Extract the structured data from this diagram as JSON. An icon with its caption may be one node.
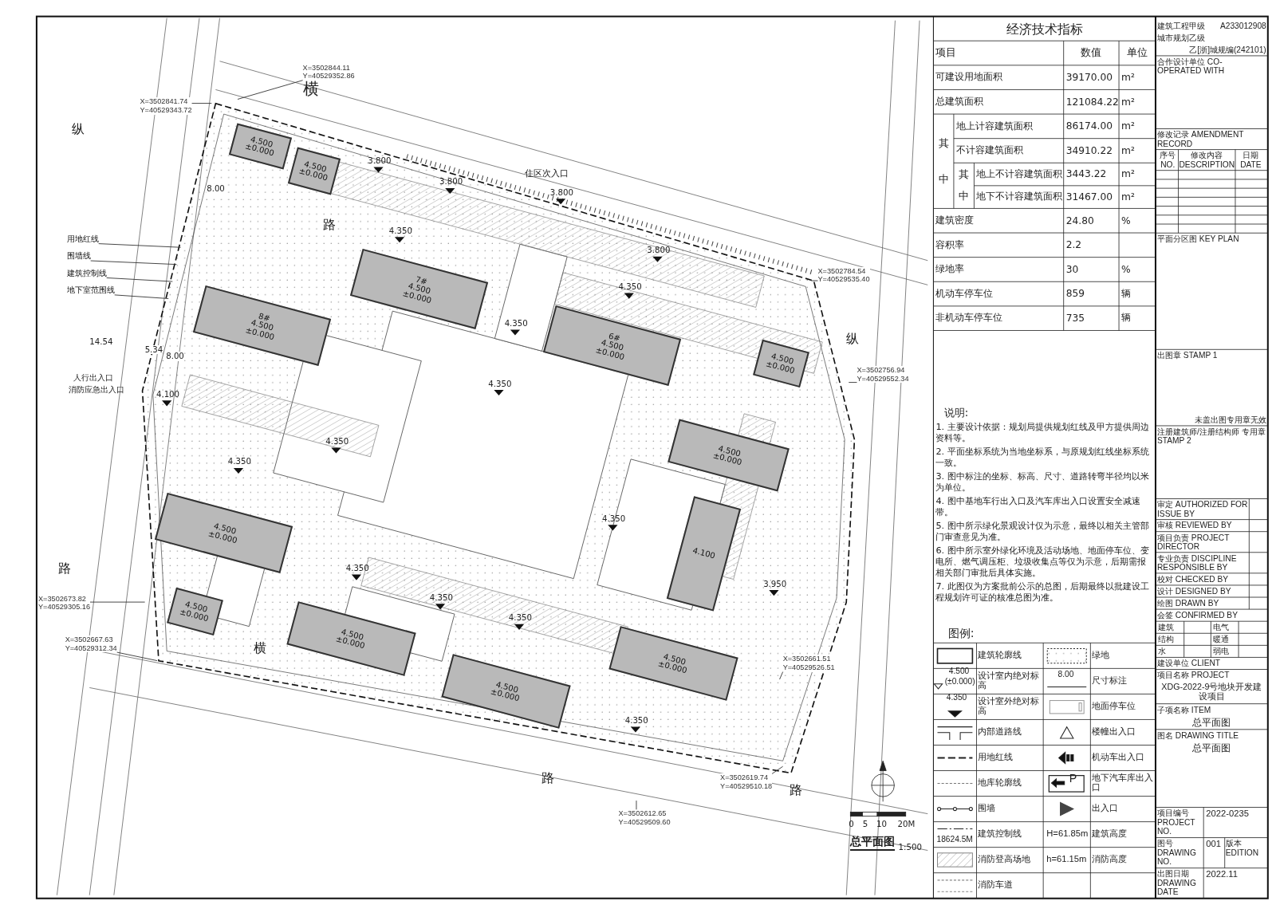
{
  "diagram": {
    "caption": "总平面图",
    "nodes": [
      {
        "text": [
          "用地红线"
        ]
      },
      {
        "text": [
          "围墙线"
        ]
      },
      {
        "text": [
          "建筑控制线"
        ]
      },
      {
        "text": [
          "地下室范围线"
        ]
      },
      {
        "text": [
          "X=3502844.11",
          "Y=40529352.86"
        ]
      },
      {
        "text": [
          "X=3502841.74",
          "Y=40529343.72"
        ]
      },
      {
        "text": [
          "X=3502784.54",
          "Y=40529535.40"
        ]
      },
      {
        "text": [
          "X=3502756.94",
          "Y=40529552.34"
        ]
      },
      {
        "text": [
          "X=3502673.82",
          "Y=40529305.16"
        ]
      },
      {
        "text": [
          "X=3502667.63",
          "Y=40529312.34"
        ]
      },
      {
        "text": [
          "X=3502661.51",
          "Y=40529526.51"
        ]
      },
      {
        "text": [
          "X=3502619.74",
          "Y=40529510.18"
        ]
      },
      {
        "text": [
          "X=3502612.65",
          "Y=40529509.60"
        ]
      },
      {
        "text": [
          "4.500",
          "±0.000"
        ]
      },
      {
        "text": [
          "4.500",
          "±0.000"
        ]
      },
      {
        "text": [
          "8#",
          "4.500",
          "±0.000"
        ]
      },
      {
        "text": [
          "7#",
          "4.500",
          "±0.000"
        ]
      },
      {
        "text": [
          "6#",
          "4.500",
          "±0.000"
        ]
      },
      {
        "text": [
          "4.500",
          "±0.000"
        ]
      },
      {
        "text": [
          "4.500",
          "±0.000"
        ]
      },
      {
        "text": [
          "4.500",
          "±0.000"
        ]
      },
      {
        "text": [
          "4.500",
          "±0.000"
        ]
      },
      {
        "text": [
          "4.500",
          "±0.000"
        ]
      },
      {
        "text": [
          "4.500",
          "±0.000"
        ]
      },
      {
        "text": [
          "4.500",
          "±0.000"
        ]
      },
      {
        "text": [
          "4.100"
        ]
      }
    ],
    "edges": [
      {
        "from": 0,
        "to": null,
        "arrow": "none"
      },
      {
        "from": 1,
        "to": null,
        "arrow": "none"
      },
      {
        "from": 2,
        "to": null,
        "arrow": "none"
      },
      {
        "from": 3,
        "to": null,
        "arrow": "none"
      },
      {
        "from": 4,
        "to": null,
        "arrow": "none"
      },
      {
        "from": 5,
        "to": null,
        "arrow": "none"
      },
      {
        "from": 6,
        "to": null,
        "arrow": "none"
      },
      {
        "from": 7,
        "to": null,
        "arrow": "none"
      },
      {
        "from": 8,
        "to": null,
        "arrow": "none"
      },
      {
        "from": 9,
        "to": null,
        "arrow": "none"
      },
      {
        "from": 10,
        "to": null,
        "arrow": "none"
      },
      {
        "from": 11,
        "to": null,
        "arrow": "none"
      },
      {
        "from": 12,
        "to": null,
        "arrow": "none"
      }
    ],
    "labels": [
      "经济技术指标",
      "项目",
      "数值",
      "单位",
      "可建设用地面积",
      "39170.00",
      "m²",
      "总建筑面积",
      "121084.22",
      "m²",
      "其中",
      "地上计容建筑面积",
      "86174.00",
      "m²",
      "不计容建筑面积",
      "34910.22",
      "m²",
      "其中",
      "地上不计容建筑面积",
      "3443.22",
      "m²",
      "地下不计容建筑面积",
      "31467.00",
      "m²",
      "建筑密度",
      "24.80",
      "%",
      "容积率",
      "2.2",
      "绿地率",
      "30",
      "%",
      "机动车停车位",
      "859",
      "辆",
      "非机动车停车位",
      "735",
      "辆",
      "说明:",
      "1. 主要设计依据：规划局提供规划红线及甲方提供周边资料等。",
      "2. 平面坐标系统为当地坐标系，与原规划红线坐标系统一致。",
      "3. 图中标注的坐标、标高、尺寸、道路转弯半径均以米为单位。",
      "4. 图中基地车行出入口及汽车库出入口设置安全减速带。",
      "5. 图中所示绿化景观设计仅为示意，最终以相关主管部门审查意见为准。",
      "6. 图中所示室外绿化环境及活动场地、地面停车位、变电所、燃气调压柜、垃圾收集点等仅为示意，后期需报相关部门审批后具体实施。",
      "7. 此图仅为方案批前公示的总图，后期最终以批建设工程规划许可证的核准总图为准。",
      "图例:",
      "4.500",
      "(±0.000)",
      "4.350",
      "8.00",
      "P",
      "18624.5M",
      "H=61.85m",
      "h=61.15m",
      "建筑工程甲级",
      "A233012908",
      "城市规划乙级",
      "乙[浙]城规编(242101)",
      "合作设计单位 CO-OPERATED WITH",
      "修改记录 AMENDMENT RECORD",
      "序号 NO.",
      "修改内容 DESCRIPTION",
      "日期 DATE",
      "平面分区图 KEY PLAN",
      "出图章 STAMP 1",
      "未盖出图专用章无效",
      "注册建筑师/注册结构师 专用章 STAMP 2",
      "审定 AUTHORIZED FOR ISSUE BY",
      "审核 REVIEWED BY",
      "项目负责 PROJECT DIRECTOR",
      "专业负责 DISCIPLINE RESPONSIBLE BY",
      "校对 CHECKED BY",
      "设计 DESIGNED BY",
      "绘图 DRAWN BY",
      "会签 CONFIRMED BY",
      "建筑",
      "电气",
      "结构",
      "暖通",
      "水",
      "弱电",
      "建设单位 CLIENT",
      "项目名称 PROJECT",
      "XDG-2022-9号地块开发建设项目",
      "子项名称 ITEM",
      "总平面图",
      "图名 DRAWING TITLE",
      "总平面图",
      "项目编号 PROJECT NO.",
      "2022-0235",
      "图号 DRAWING NO.",
      "001",
      "版本 EDITION",
      "出图日期 DRAWING DATE",
      "2022.11",
      "横",
      "路",
      "纵",
      "路",
      "纵",
      "横",
      "路",
      "路",
      "住区次入口",
      "人行出入口",
      "消防应急出入口",
      "3.800",
      "3.800",
      "3.800",
      "3.800",
      "4.350",
      "4.350",
      "4.350",
      "4.350",
      "4.350",
      "4.350",
      "4.350",
      "4.350",
      "4.350",
      "4.350",
      "4.350",
      "4.100",
      "3.950",
      "14.54",
      "5.34",
      "8.00",
      "8.00",
      "0",
      "5",
      "10",
      "20M",
      "1:500"
    ],
    "legend": [
      {
        "text": "建筑轮廓线"
      },
      {
        "text": "绿地"
      },
      {
        "text": "设计室内绝对标高"
      },
      {
        "text": "尺寸标注"
      },
      {
        "text": "设计室外绝对标高"
      },
      {
        "text": "地面停车位"
      },
      {
        "text": "内部道路线"
      },
      {
        "text": "楼幢出入口"
      },
      {
        "text": "用地红线"
      },
      {
        "text": "机动车出入口"
      },
      {
        "text": "地库轮廓线"
      },
      {
        "text": "地下汽车库出入口"
      },
      {
        "text": "围墙"
      },
      {
        "text": "出入口"
      },
      {
        "text": "建筑控制线"
      },
      {
        "text": "建筑高度"
      },
      {
        "text": "消防登高场地"
      },
      {
        "text": "消防高度"
      },
      {
        "text": "消防车道"
      }
    ]
  }
}
